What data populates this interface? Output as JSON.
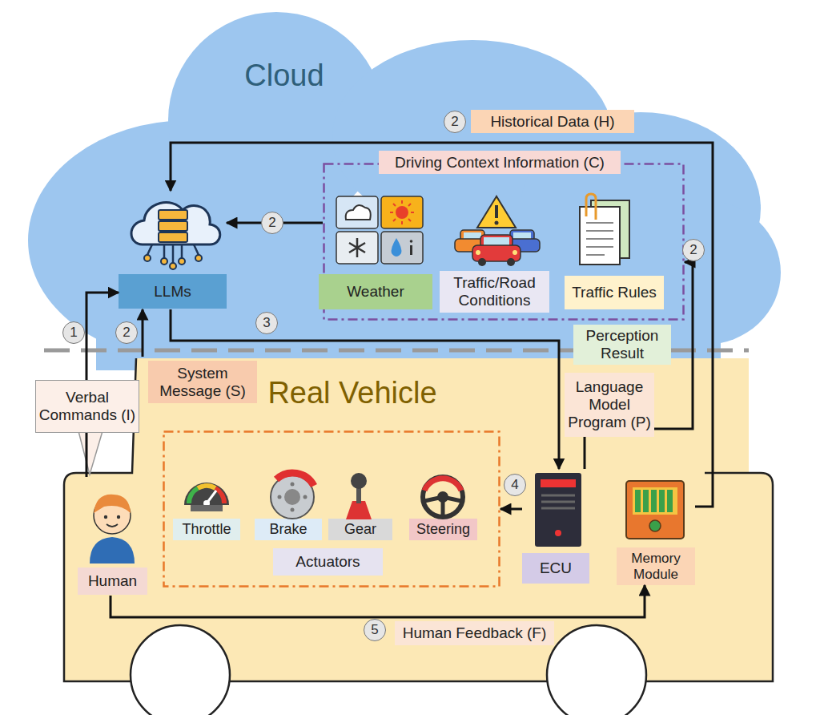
{
  "diagram": {
    "nodes": [
      {
        "text": [
          "Cloud"
        ]
      },
      {
        "text": [
          "LLMs"
        ],
        "in": 0
      },
      {
        "text": [
          "Driving Context Information (C)"
        ],
        "in": 0
      },
      {
        "text": [
          "Weather"
        ],
        "in": 2
      },
      {
        "text": [
          "Traffic/Road Conditions"
        ],
        "in": 2
      },
      {
        "text": [
          "Traffic Rules"
        ],
        "in": 2
      },
      {
        "text": [
          "Real Vehicle"
        ]
      },
      {
        "text": [
          "Human"
        ],
        "in": 6
      },
      {
        "text": [
          "Actuators"
        ],
        "in": 6
      },
      {
        "text": [
          "Throttle"
        ],
        "in": 8
      },
      {
        "text": [
          "Brake"
        ],
        "in": 8
      },
      {
        "text": [
          "Gear"
        ],
        "in": 8
      },
      {
        "text": [
          "Steering"
        ],
        "in": 8
      },
      {
        "text": [
          "ECU"
        ],
        "in": 6
      },
      {
        "text": [
          "Memory Module"
        ],
        "in": 6
      }
    ],
    "edges": [
      {
        "from": 7,
        "to": 1,
        "arrow": "to",
        "label": "Verbal Commands (I)"
      },
      {
        "from": 6,
        "to": 1,
        "arrow": "to",
        "label": "System Message (S)"
      },
      {
        "from": 2,
        "to": 1,
        "arrow": "to"
      },
      {
        "from": 14,
        "to": 1,
        "arrow": "to",
        "label": "Historical Data (H)"
      },
      {
        "from": 13,
        "to": 2,
        "arrow": "to",
        "label": "Perception Result"
      },
      {
        "from": 1,
        "to": 13,
        "arrow": "to",
        "label": "Language Model Program (P)"
      },
      {
        "from": 13,
        "to": 8,
        "arrow": "to"
      },
      {
        "from": 7,
        "to": 14,
        "arrow": "to",
        "label": "Human Feedback (F)"
      }
    ],
    "labels": [
      "2",
      "2",
      "2",
      "3",
      "1",
      "2",
      "4",
      "5"
    ]
  }
}
